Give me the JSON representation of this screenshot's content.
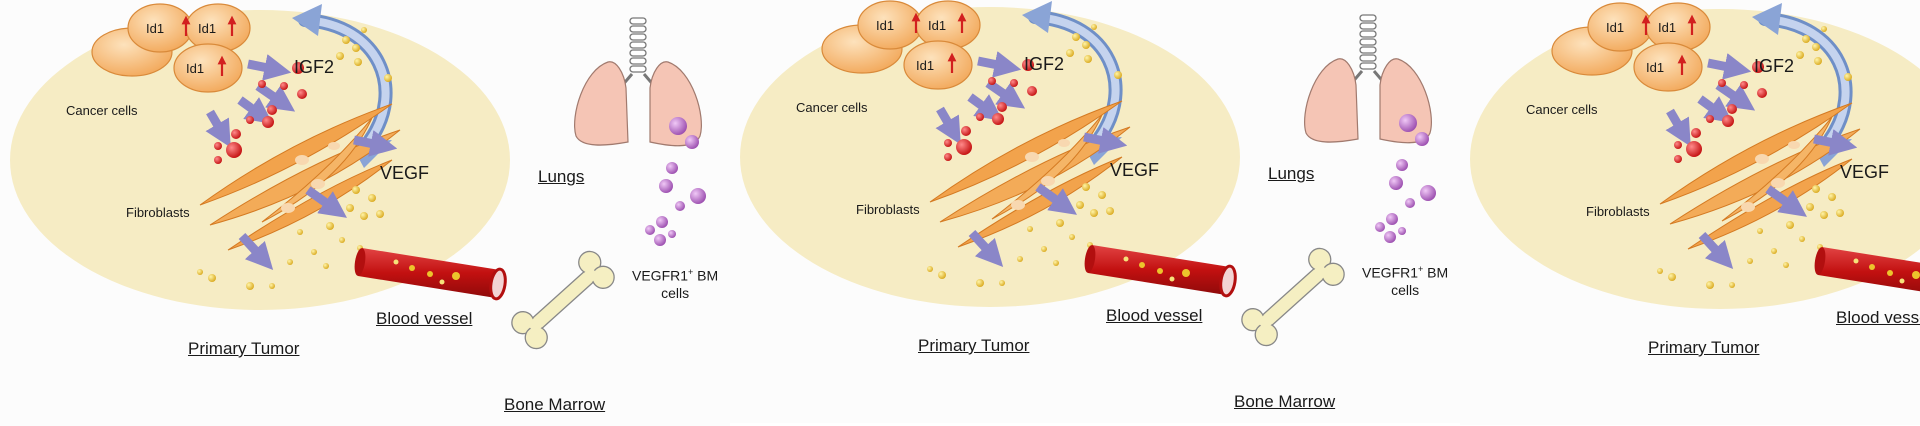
{
  "labels": {
    "id1": "Id1",
    "igf2": "IGF2",
    "vegf": "VEGF",
    "cancer_cells": "Cancer cells",
    "fibroblasts": "Fibroblasts",
    "lungs": "Lungs",
    "vegfr_name": "VEGFR1",
    "vegfr_sup": "+",
    "vegfr_bm": " BM",
    "vegfr_cells": "cells",
    "primary_tumor": "Primary Tumor",
    "blood_vessel": "Blood vessel",
    "bone_marrow": "Bone Marrow"
  },
  "colors": {
    "tumor_ellipse": "#f6ecc4",
    "cancer_cell": "#f4b56a",
    "fibroblast": "#f1a24a",
    "arrow": "#8a86c8",
    "igf2_dot": "#d61a1a",
    "vegf_dot": "#ecc42c",
    "vessel": "#c41414",
    "lung": "#f5c5b5",
    "bm_cell": "#b474c4",
    "bone": "#f5efc2",
    "id1_up_arrow": "#d21f1f"
  }
}
